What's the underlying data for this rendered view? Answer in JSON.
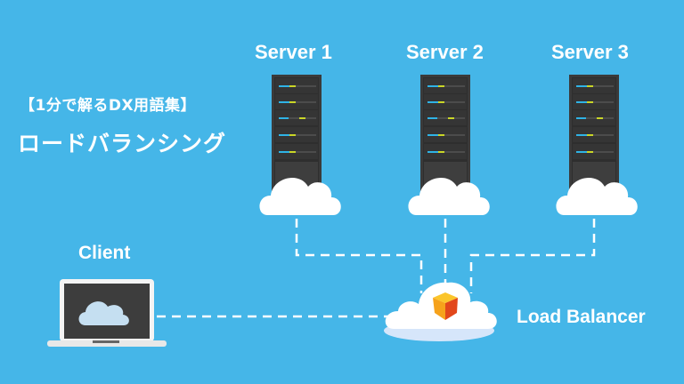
{
  "heading": {
    "series_tag": "【1分で解るDX用語集】",
    "title": "ロードバランシング"
  },
  "nodes": {
    "servers": [
      {
        "label": "Server 1"
      },
      {
        "label": "Server 2"
      },
      {
        "label": "Server 3"
      }
    ],
    "client": {
      "label": "Client"
    },
    "load_balancer": {
      "label": "Load Balancer"
    }
  },
  "colors": {
    "background": "#45b6e8",
    "rack": "#3a3a3a",
    "led_blue": "#2fb3e6",
    "led_yellow": "#c9d628",
    "cube_top": "#f6b21b",
    "cube_side": "#e2471b",
    "laptop_screen": "#3d3d3d",
    "laptop_cloud": "#c5dff1"
  }
}
